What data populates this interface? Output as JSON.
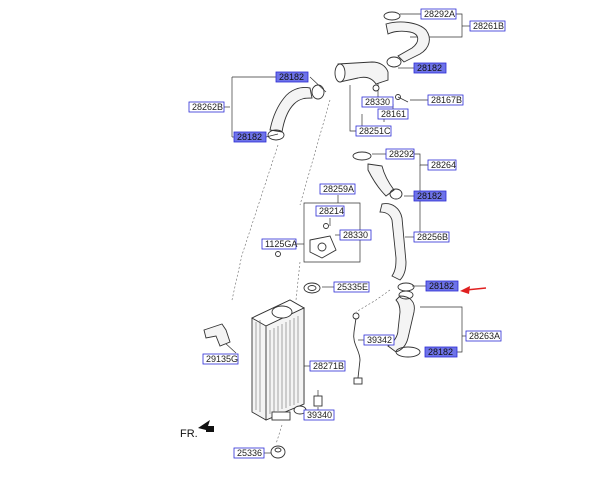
{
  "labels": {
    "l28292A": "28292A",
    "l28261B": "28261B",
    "l28182a": "28182",
    "l28182b": "28182",
    "l28262B": "28262B",
    "l28182c": "28182",
    "l28330a": "28330",
    "l28167B": "28167B",
    "l28161": "28161",
    "l28251C": "28251C",
    "l28292": "28292",
    "l28264": "28264",
    "l28182d": "28182",
    "l28259A": "28259A",
    "l28214": "28214",
    "l28330b": "28330",
    "l28256B": "28256B",
    "l1125GA": "1125GA",
    "l25335E": "25335E",
    "l28182e": "28182",
    "l28263A": "28263A",
    "l39342": "39342",
    "l28182f": "28182",
    "l29135G": "29135G",
    "l28271B": "28271B",
    "l39340": "39340",
    "l25336": "25336"
  },
  "front_marker": "FR.",
  "colors": {
    "highlight_fill": "#6e73e8",
    "label_border": "#2b2bd6",
    "pointer_arrow": "#e02020"
  }
}
